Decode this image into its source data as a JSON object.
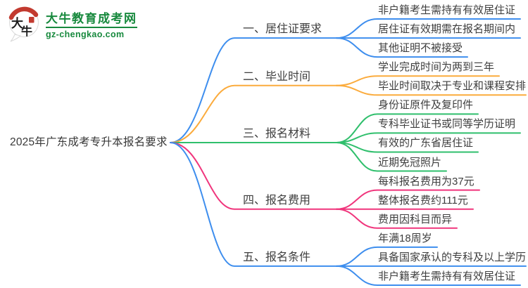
{
  "logo": {
    "title": "大牛教育成考网",
    "url": "gz-chengkao.com",
    "icon_text_top": "大",
    "icon_text_bottom": "牛",
    "brand_color": "#17893D",
    "seal_color": "#C23A2F"
  },
  "mindmap": {
    "root": {
      "label": "2025年广东成考专升本报名要求",
      "text_color": "#383838"
    },
    "branches": [
      {
        "label": "一、居住证要求",
        "color": "#3E8EEE",
        "children": [
          "非户籍考生需持有有效居住证",
          "居住证有效期需在报名期间内",
          "其他证明不被接受"
        ]
      },
      {
        "label": "二、毕业时间",
        "color": "#FBAB3C",
        "children": [
          "学业完成时间为两到三年",
          "毕业时间取决于专业和课程安排"
        ]
      },
      {
        "label": "三、报名材料",
        "color": "#2FBF6C",
        "children": [
          "身份证原件及复印件",
          "专科毕业证书或同等学历证明",
          "有效的广东省居住证",
          "近期免冠照片"
        ]
      },
      {
        "label": "四、报名费用",
        "color": "#F0357C",
        "children": [
          "每科报名费用为37元",
          "整体报名费约111元",
          "费用因科目而异"
        ]
      },
      {
        "label": "五、报名条件",
        "color": "#3E8EEE",
        "children": [
          "年满18周岁",
          "具备国家承认的专科及以上学历",
          "非户籍考生需持有有效居住证"
        ]
      }
    ]
  }
}
